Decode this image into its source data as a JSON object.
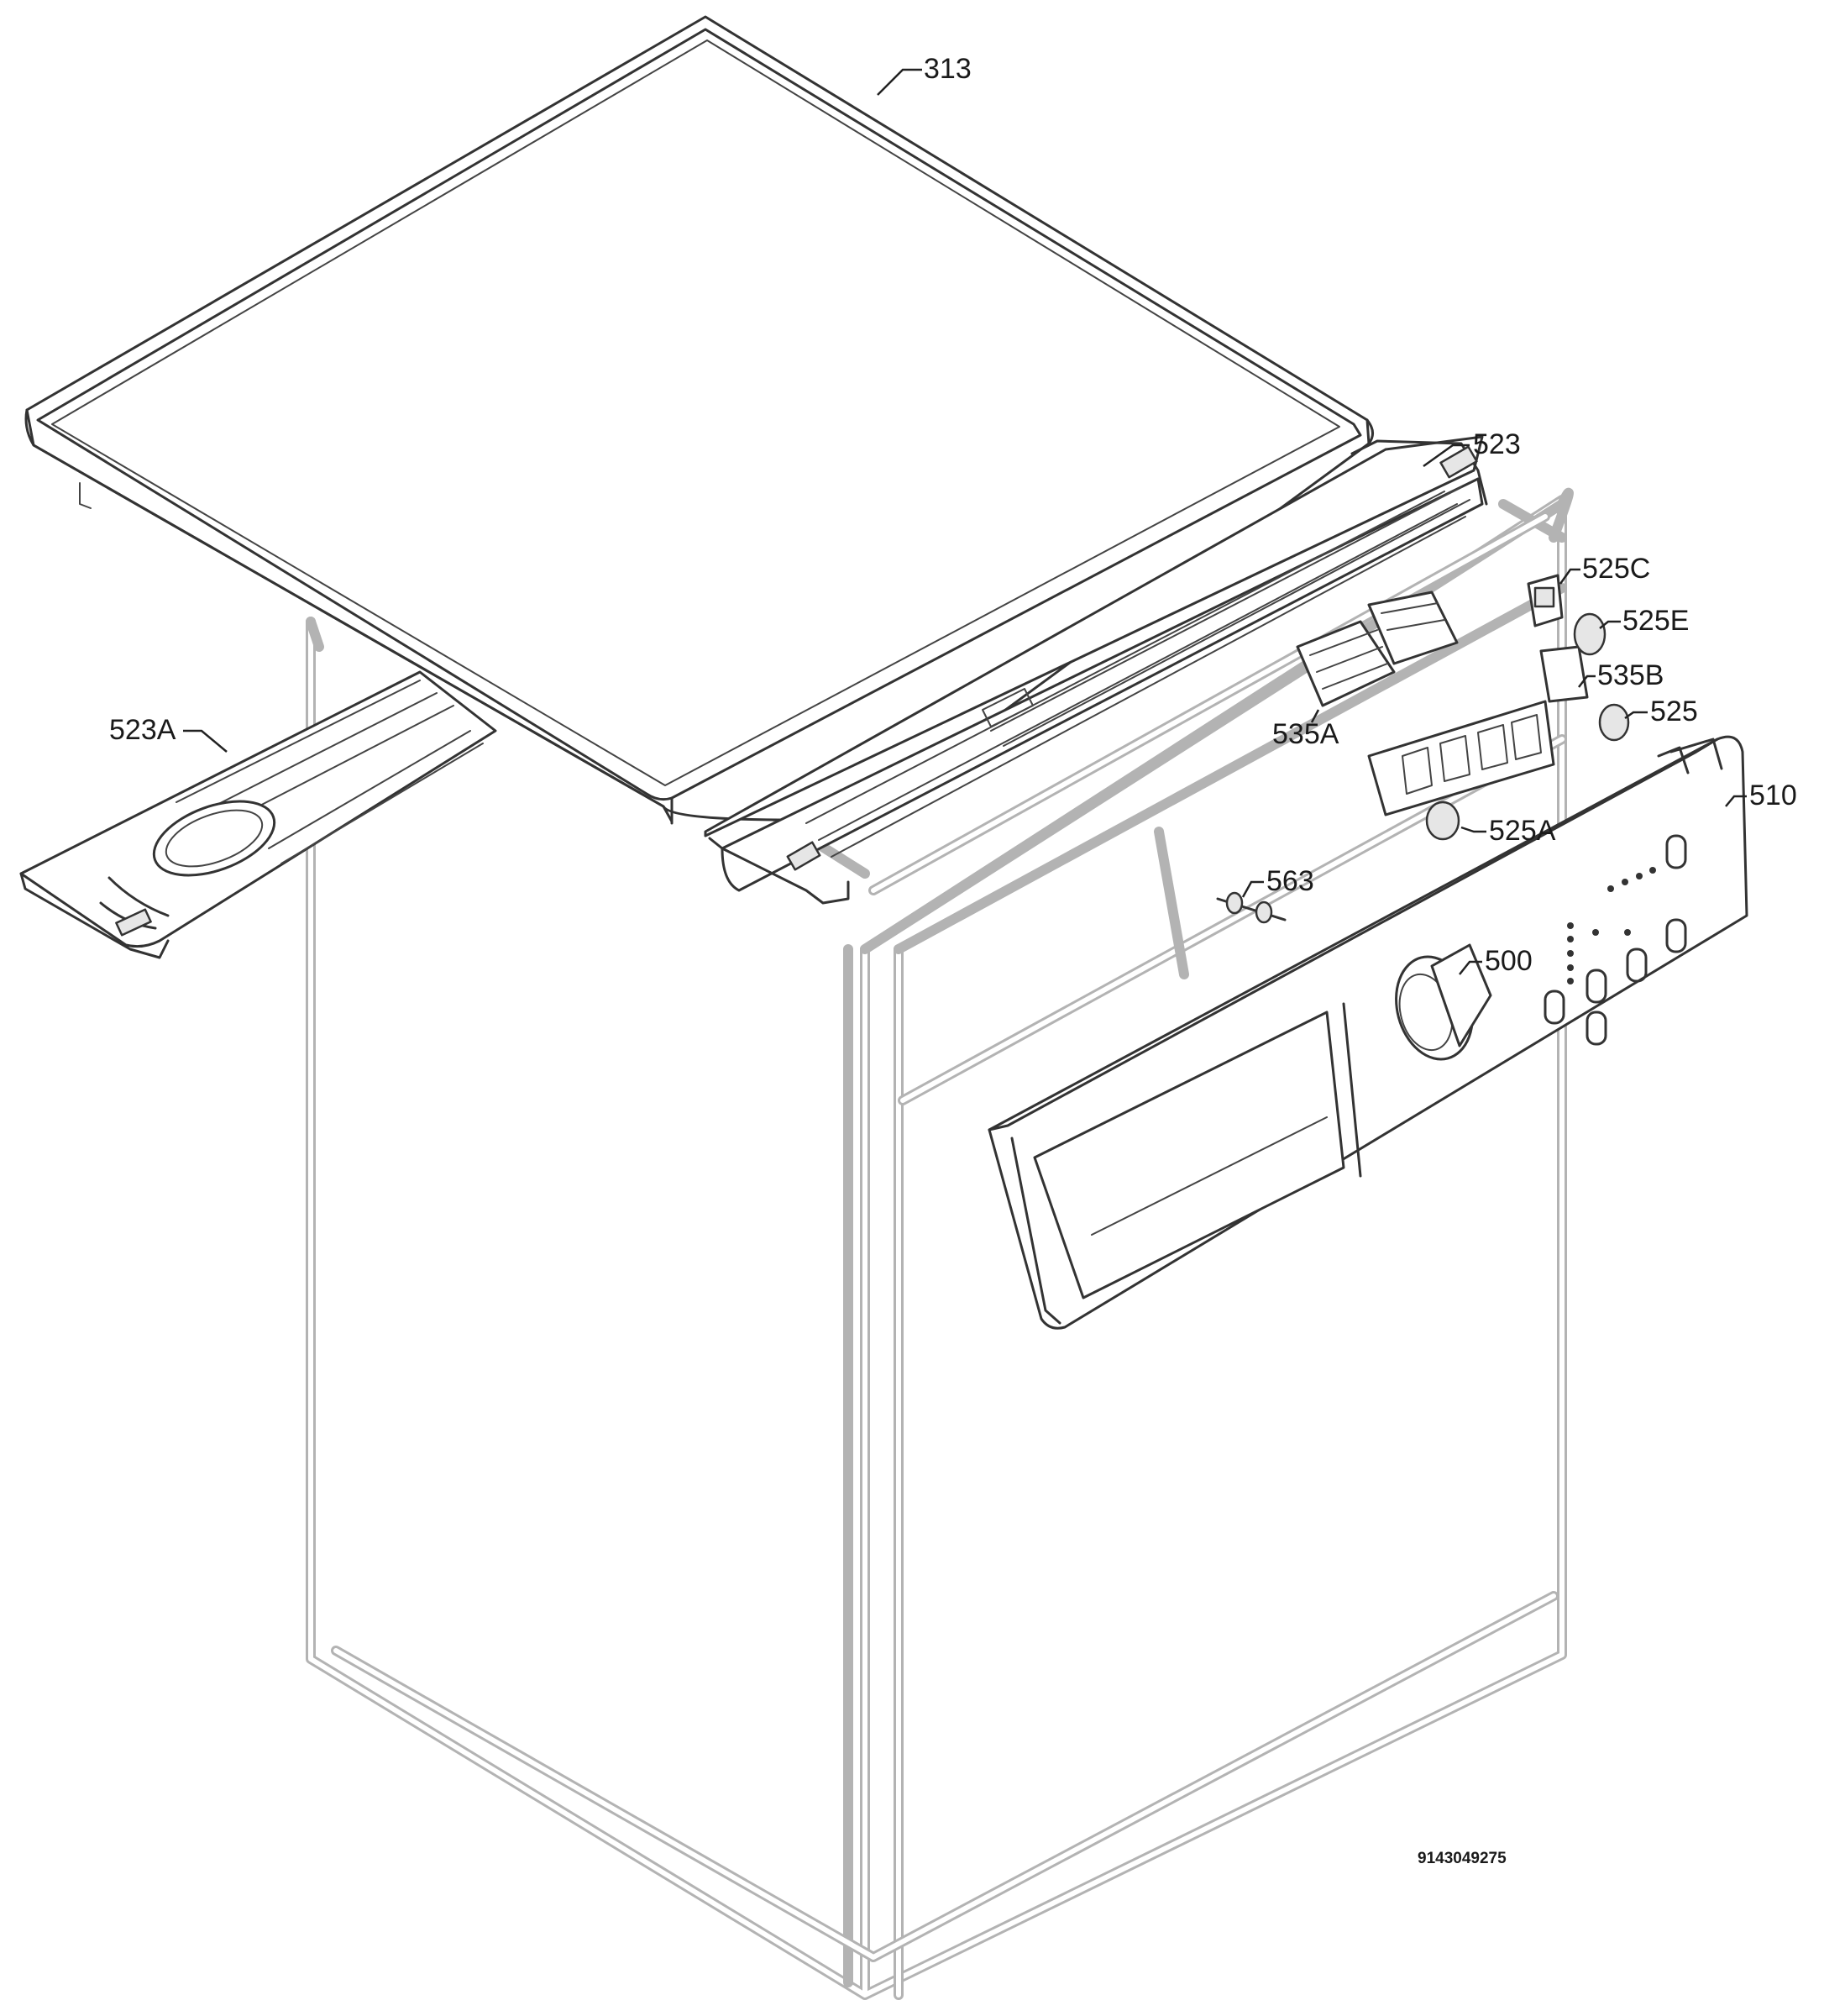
{
  "callouts": {
    "p313": "313",
    "p523": "523",
    "p523a": "523A",
    "p525c": "525C",
    "p525e": "525E",
    "p535b": "535B",
    "p525": "525",
    "p535a": "535A",
    "p510": "510",
    "p525a": "525A",
    "p563": "563",
    "p500": "500"
  },
  "document_number": "9143049275",
  "colors": {
    "line_art": "#333333",
    "ghost_outline": "#b3b3b3",
    "background": "#ffffff"
  }
}
